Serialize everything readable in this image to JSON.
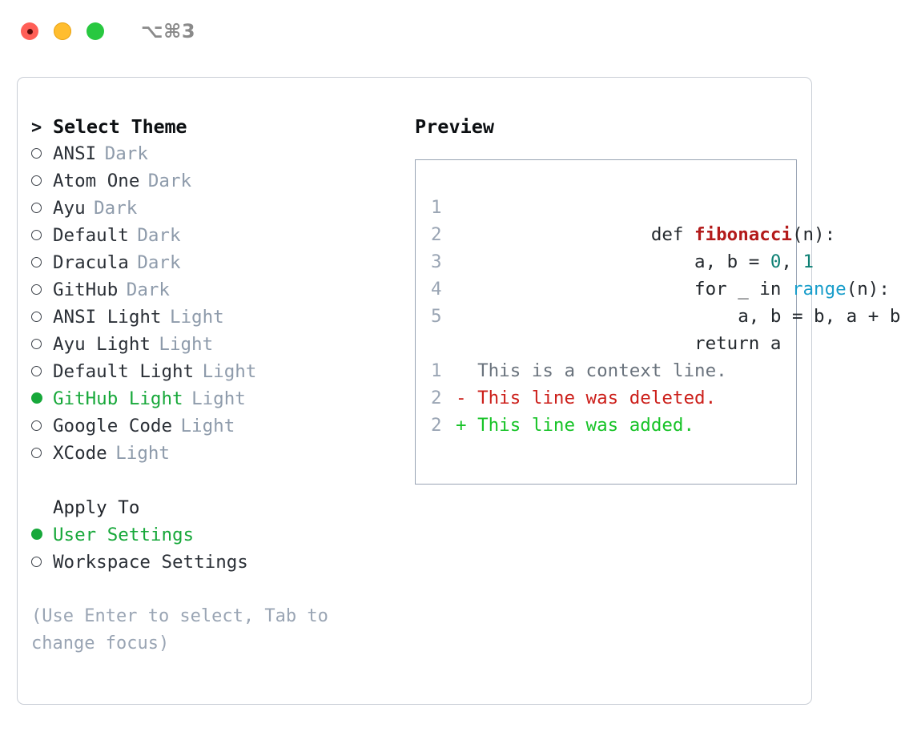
{
  "window": {
    "shortcut_label": "⌥⌘3",
    "traffic_lights": [
      {
        "name": "close",
        "color": "#ff5f57"
      },
      {
        "name": "minimize",
        "color": "#ffbd2e"
      },
      {
        "name": "zoom",
        "color": "#28c840"
      }
    ]
  },
  "theme_list": {
    "header": "Select Theme",
    "header_marker": ">",
    "items": [
      {
        "marker": "○",
        "name": "ANSI",
        "suffix": "Dark",
        "selected": false
      },
      {
        "marker": "○",
        "name": "Atom One",
        "suffix": "Dark",
        "selected": false
      },
      {
        "marker": "○",
        "name": "Ayu",
        "suffix": "Dark",
        "selected": false
      },
      {
        "marker": "○",
        "name": "Default",
        "suffix": "Dark",
        "selected": false
      },
      {
        "marker": "○",
        "name": "Dracula",
        "suffix": "Dark",
        "selected": false
      },
      {
        "marker": "○",
        "name": "GitHub",
        "suffix": "Dark",
        "selected": false
      },
      {
        "marker": "○",
        "name": "ANSI Light",
        "suffix": "Light",
        "selected": false
      },
      {
        "marker": "○",
        "name": "Ayu Light",
        "suffix": "Light",
        "selected": false
      },
      {
        "marker": "○",
        "name": "Default Light",
        "suffix": "Light",
        "selected": false
      },
      {
        "marker": "●",
        "name": "GitHub Light",
        "suffix": "Light",
        "selected": true
      },
      {
        "marker": "○",
        "name": "Google Code",
        "suffix": "Light",
        "selected": false
      },
      {
        "marker": "○",
        "name": "XCode",
        "suffix": "Light",
        "selected": false
      }
    ]
  },
  "apply_to": {
    "header": "Apply To",
    "items": [
      {
        "marker": "●",
        "name": "User Settings",
        "selected": true
      },
      {
        "marker": "○",
        "name": "Workspace Settings",
        "selected": false
      }
    ]
  },
  "hint": "(Use Enter to select, Tab to change focus)",
  "preview": {
    "label": "Preview",
    "code_lines": [
      {
        "number": "1",
        "tokens": [
          {
            "text": "def ",
            "type": "plain"
          },
          {
            "text": "fibonacci",
            "type": "func"
          },
          {
            "text": "(n):",
            "type": "plain"
          }
        ]
      },
      {
        "number": "2",
        "tokens": [
          {
            "text": "    a, b = ",
            "type": "plain"
          },
          {
            "text": "0",
            "type": "num"
          },
          {
            "text": ", ",
            "type": "plain"
          },
          {
            "text": "1",
            "type": "num"
          }
        ]
      },
      {
        "number": "3",
        "tokens": [
          {
            "text": "    for _ in ",
            "type": "plain"
          },
          {
            "text": "range",
            "type": "call"
          },
          {
            "text": "(n):",
            "type": "plain"
          }
        ]
      },
      {
        "number": "4",
        "tokens": [
          {
            "text": "        a, b = b, a + b",
            "type": "plain"
          }
        ]
      },
      {
        "number": "5",
        "tokens": [
          {
            "text": "    return a",
            "type": "plain"
          }
        ]
      }
    ],
    "diff_lines": [
      {
        "number": "1",
        "prefix": "  ",
        "text": "This is a context line.",
        "kind": "context"
      },
      {
        "number": "2",
        "prefix": "- ",
        "text": "This line was deleted.",
        "kind": "deleted"
      },
      {
        "number": "2",
        "prefix": "+ ",
        "text": "This line was added.",
        "kind": "added"
      }
    ]
  },
  "colors": {
    "accent_green": "#17a83a",
    "muted_gray": "#8e9bab",
    "gutter_gray": "#9aa5b4",
    "panel_border": "#c9ced6",
    "preview_border": "#99a4b4",
    "func_red": "#b31b1b",
    "number_teal": "#0e8074",
    "call_blue": "#1a9ecb",
    "diff_deleted": "#cc1f1a",
    "diff_added": "#17c327",
    "diff_context": "#6a737d"
  }
}
